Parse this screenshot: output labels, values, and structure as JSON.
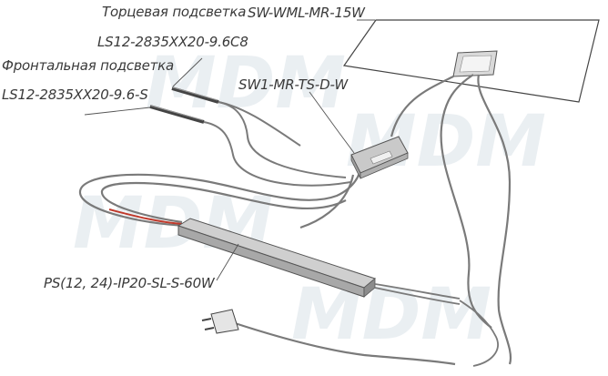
{
  "labels": {
    "end_lighting": "Торцевая подсветка",
    "end_strip": "LS12-2835XX20-9.6C8",
    "front_lighting": "Фронтальная подсветка",
    "front_strip": "LS12-2835XX20-9.6-S",
    "mirror_panel": "SW-WML-MR-15W",
    "switch": "SW1-MR-TS-D-W",
    "power_supply": "PS(12, 24)-IP20-SL-S-60W"
  },
  "watermark": "MDM",
  "colors": {
    "line": "#555555",
    "wire": "#7a7a7a",
    "wire_red": "#c0392b",
    "watermark": "#dce4ea",
    "text": "#3a3a3a"
  }
}
